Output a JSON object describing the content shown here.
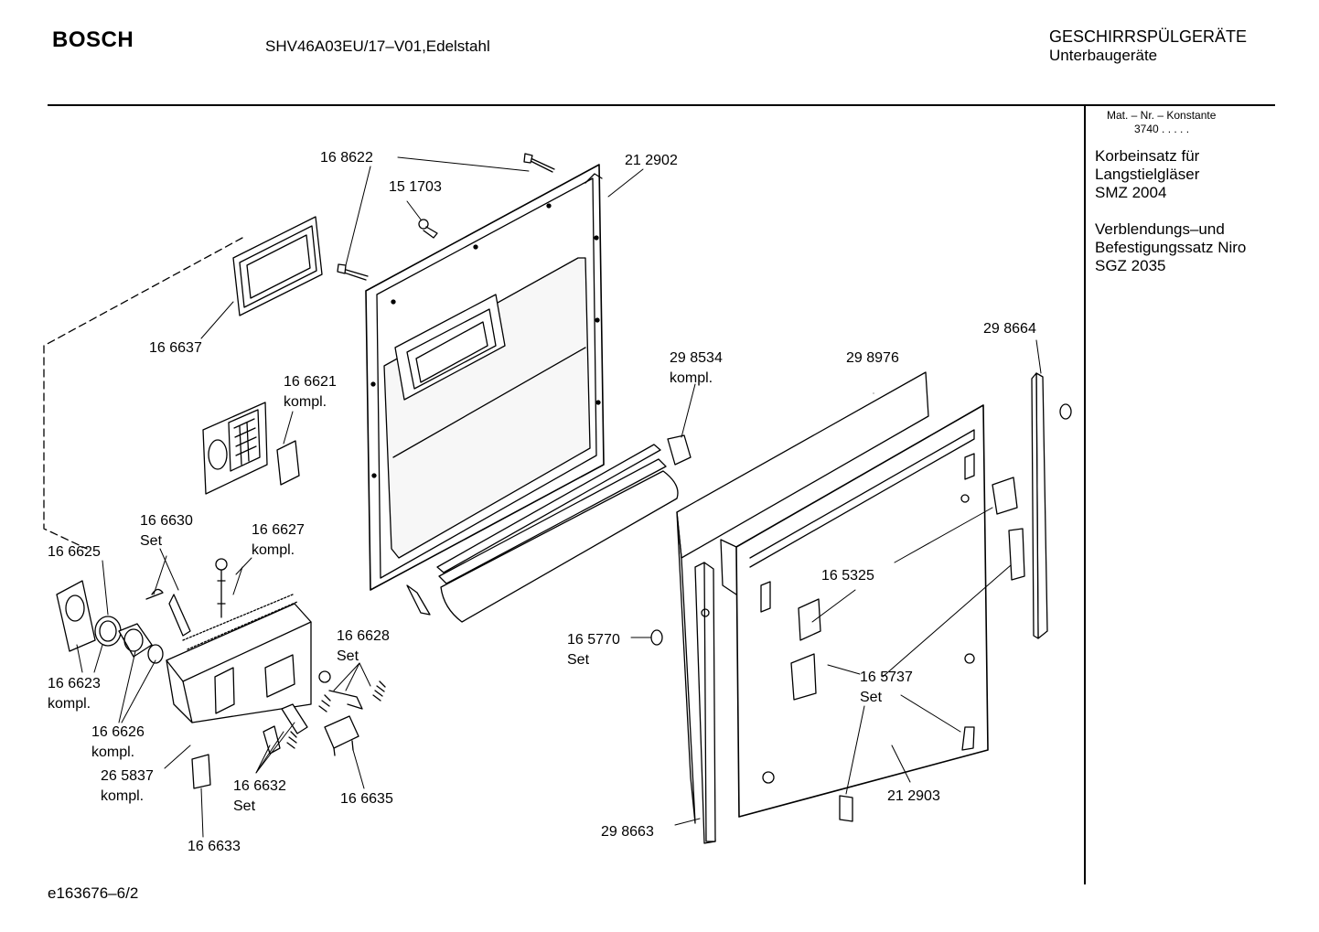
{
  "header": {
    "brand": "BOSCH",
    "model": "SHV46A03EU/17–V01,Edelstahl",
    "category_line1": "GESCHIRRSPÜLGERÄTE",
    "category_line2": "Unterbaugeräte"
  },
  "sidebar": {
    "mat_label": "Mat. – Nr. – Konstante",
    "mat_value": "3740  .  .  .  .  .",
    "notes": [
      {
        "l1": "Korbeinsatz für",
        "l2": "Langstielgläser",
        "l3": "SMZ 2004"
      },
      {
        "l1": "Verblendungs–und",
        "l2": "Befestigungssatz Niro",
        "l3": "SGZ 2035"
      }
    ]
  },
  "parts": [
    {
      "id": "p168622",
      "number": "16 8622",
      "suffix": ""
    },
    {
      "id": "p212902",
      "number": "21 2902",
      "suffix": ""
    },
    {
      "id": "p151703",
      "number": "15 1703",
      "suffix": ""
    },
    {
      "id": "p166637",
      "number": "16 6637",
      "suffix": ""
    },
    {
      "id": "p166621",
      "number": "16 6621",
      "suffix": "kompl."
    },
    {
      "id": "p166630",
      "number": "16 6630",
      "suffix": "Set"
    },
    {
      "id": "p166627",
      "number": "16 6627",
      "suffix": "kompl."
    },
    {
      "id": "p166625",
      "number": "16 6625",
      "suffix": ""
    },
    {
      "id": "p166623",
      "number": "16 6623",
      "suffix": "kompl."
    },
    {
      "id": "p166626",
      "number": "16 6626",
      "suffix": "kompl."
    },
    {
      "id": "p265837",
      "number": "26 5837",
      "suffix": "kompl."
    },
    {
      "id": "p166628",
      "number": "16 6628",
      "suffix": "Set"
    },
    {
      "id": "p166632",
      "number": "16 6632",
      "suffix": "Set"
    },
    {
      "id": "p166635",
      "number": "16 6635",
      "suffix": ""
    },
    {
      "id": "p166633",
      "number": "16 6633",
      "suffix": ""
    },
    {
      "id": "p298534",
      "number": "29 8534",
      "suffix": "kompl."
    },
    {
      "id": "p298976",
      "number": "29 8976",
      "suffix": ""
    },
    {
      "id": "p298664",
      "number": "29 8664",
      "suffix": ""
    },
    {
      "id": "p165325",
      "number": "16 5325",
      "suffix": ""
    },
    {
      "id": "p165770",
      "number": "16 5770",
      "suffix": "Set"
    },
    {
      "id": "p165737",
      "number": "16 5737",
      "suffix": "Set"
    },
    {
      "id": "p212903",
      "number": "21 2903",
      "suffix": ""
    },
    {
      "id": "p298663",
      "number": "29 8663",
      "suffix": ""
    }
  ],
  "footer": {
    "code": "e163676–6/2"
  }
}
